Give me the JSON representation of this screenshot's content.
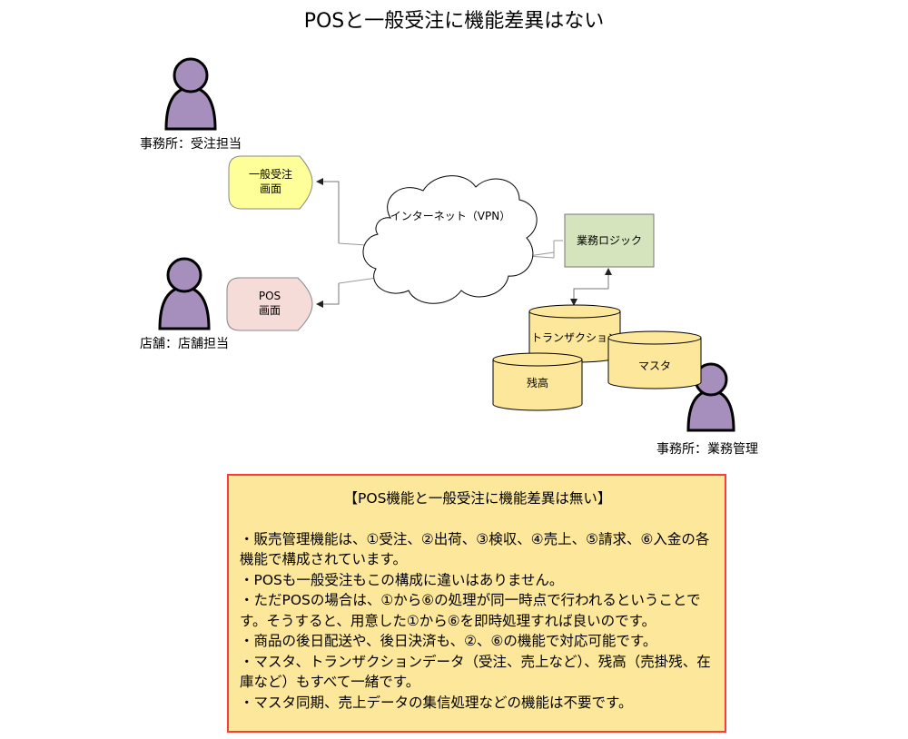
{
  "title": "POSと一般受注に機能差異はない",
  "actors": [
    {
      "id": "office-order",
      "label": "事務所：受注担当"
    },
    {
      "id": "store",
      "label": "店舗：店舗担当"
    },
    {
      "id": "office-business",
      "label": "事務所：業務管理"
    }
  ],
  "screens": [
    {
      "id": "general-order",
      "line1": "一般受注",
      "line2": "画面",
      "color": "#ffff99"
    },
    {
      "id": "pos",
      "line1": "POS",
      "line2": "画面",
      "color": "#f6dcd8"
    }
  ],
  "cloud": {
    "label": "インターネット（VPN）"
  },
  "logic": {
    "label": "業務ロジック",
    "color": "#d6e4bd"
  },
  "databases": [
    {
      "id": "transaction",
      "label": "トランザクション"
    },
    {
      "id": "master",
      "label": "マスタ"
    },
    {
      "id": "balance",
      "label": "残高"
    }
  ],
  "colors": {
    "actor": "#a78fbd",
    "database": "#fde79a",
    "note_border": "#ff3a3a",
    "note_fill": "#fde79a"
  },
  "note": {
    "title": "【POS機能と一般受注に機能差異は無い】",
    "lines": [
      "・販売管理機能は、①受注、②出荷、③検収、④売上、⑤請求、⑥入金の各機能で構成されています。",
      "・POSも一般受注もこの構成に違いはありません。",
      "・ただPOSの場合は、①から⑥の処理が同一時点で行われるということです。そうすると、用意した①から⑥を即時処理すれば良いのです。",
      "・商品の後日配送や、後日決済も、②、⑥の機能で対応可能です。",
      "・マスタ、トランザクションデータ（受注、売上など）、残高（売掛残、在庫など）もすべて一緒です。",
      "・マスタ同期、売上データの集信処理などの機能は不要です。"
    ]
  }
}
